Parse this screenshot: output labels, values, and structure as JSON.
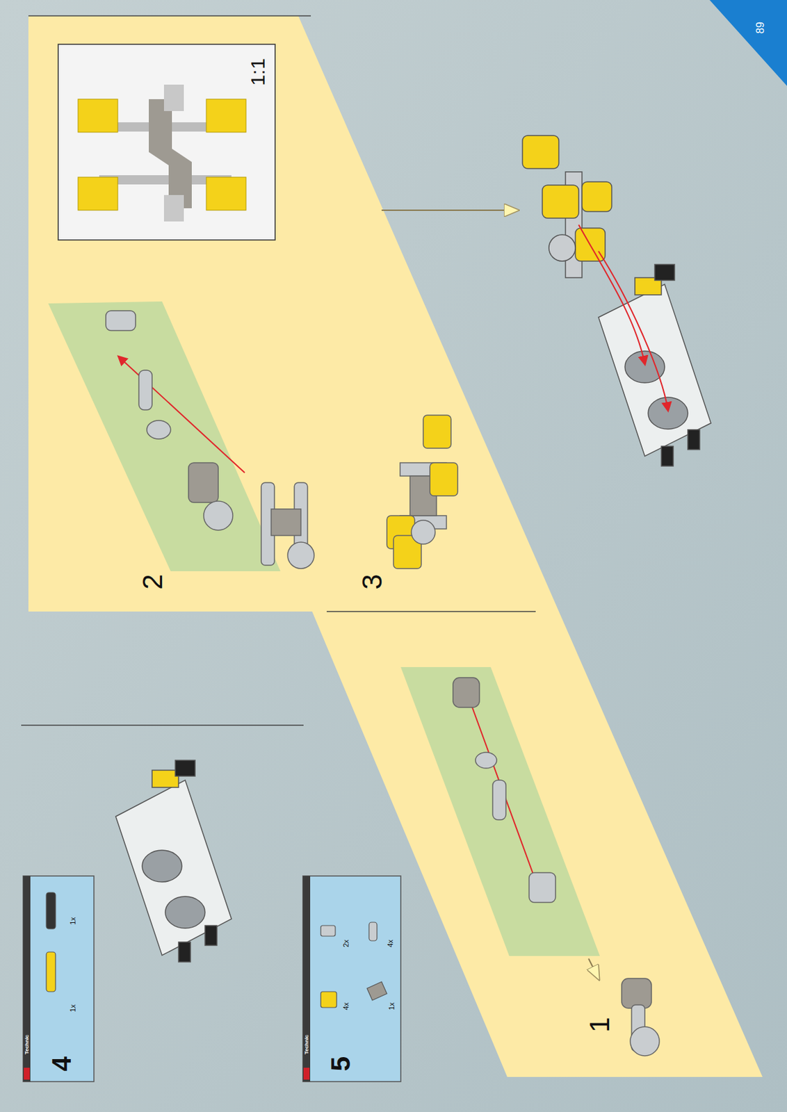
{
  "diagram": {
    "nodes": [
      {
        "text": [
          "4",
          "Technic",
          "1x",
          "1x"
        ]
      },
      {
        "text": [
          "5",
          "Technic",
          "2x",
          "4x",
          "4x",
          "1x"
        ]
      },
      {
        "text": [
          "1:1"
        ]
      }
    ],
    "labels": [
      "89",
      "1",
      "2",
      "3"
    ]
  }
}
